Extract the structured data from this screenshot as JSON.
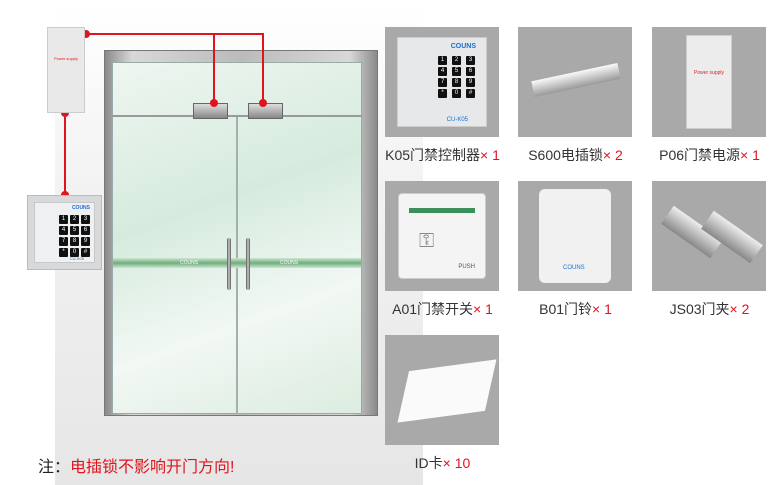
{
  "diagram": {
    "power_supply_text": "Power supply",
    "keypad_brand": "COUNS",
    "keypad_model": "CU-K05",
    "door_stripe_text": "COUNS",
    "note_prefix": "注：",
    "note_text": "电插锁不影响开门方向!",
    "accent_color": "#e0141e"
  },
  "products": [
    {
      "name": "K05门禁控制器",
      "qty": "× 1"
    },
    {
      "name": "S600电插锁",
      "qty": "× 2"
    },
    {
      "name": "P06门禁电源",
      "qty": "× 1"
    },
    {
      "name": "A01门禁开关",
      "qty": "× 1"
    },
    {
      "name": "B01门铃",
      "qty": "× 1"
    },
    {
      "name": "JS03门夹",
      "qty": "× 2"
    },
    {
      "name": "ID卡",
      "qty": "× 10"
    }
  ],
  "tile_text": {
    "keypad_keys": [
      "1",
      "2",
      "3",
      "4",
      "5",
      "6",
      "7",
      "8",
      "9",
      "*",
      "0",
      "#"
    ],
    "exit_button": "PUSH",
    "bell_brand": "COUNS"
  }
}
